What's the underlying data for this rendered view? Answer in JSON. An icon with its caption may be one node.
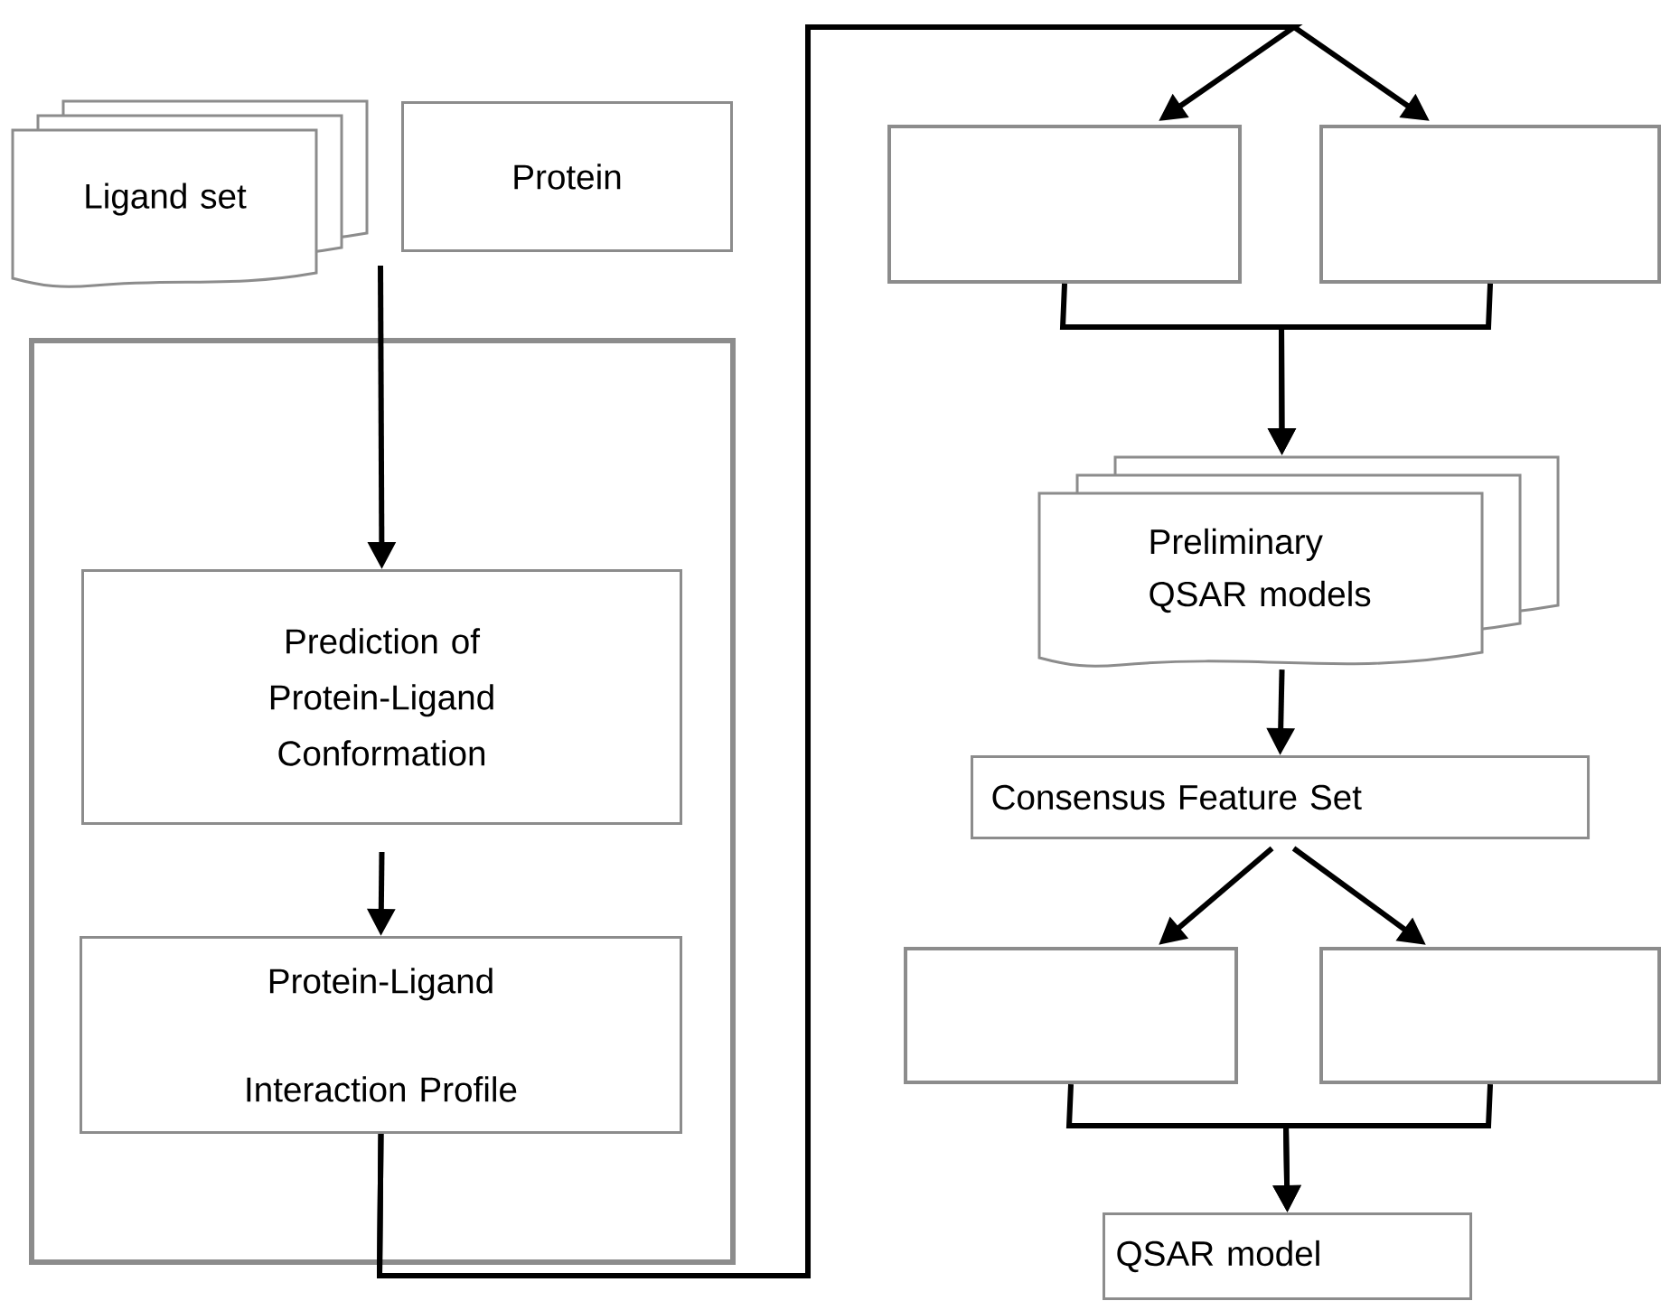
{
  "diagram": {
    "nodes": [
      {
        "text": [
          "Ligand set"
        ]
      },
      {
        "text": [
          "Protein"
        ]
      },
      {
        "text": [],
        "shape": "box"
      },
      {
        "text": [
          "Prediction of Protein-Ligand Conformation"
        ],
        "in": 2
      },
      {
        "text": [
          "Protein-Ligand Interaction Profile"
        ],
        "in": 2
      },
      {
        "text": [],
        "shape": "box"
      },
      {
        "text": [],
        "shape": "box"
      },
      {
        "text": [
          "Preliminary QSAR models"
        ]
      },
      {
        "text": [
          "Consensus Feature Set"
        ]
      },
      {
        "text": [],
        "shape": "box"
      },
      {
        "text": [],
        "shape": "box"
      },
      {
        "text": [
          "QSAR model"
        ]
      }
    ],
    "edges": [
      {
        "from": null,
        "to": 3,
        "arrow": "to"
      },
      {
        "from": 3,
        "to": 4,
        "arrow": "to"
      },
      {
        "from": 4,
        "to": 5,
        "arrow": "to"
      },
      {
        "from": 4,
        "to": 6,
        "arrow": "to"
      },
      {
        "from": 5,
        "to": 7,
        "arrow": "to"
      },
      {
        "from": 6,
        "to": 7,
        "arrow": "to"
      },
      {
        "from": 7,
        "to": 8,
        "arrow": "to"
      },
      {
        "from": 8,
        "to": 9,
        "arrow": "to"
      },
      {
        "from": 8,
        "to": 10,
        "arrow": "to"
      },
      {
        "from": 9,
        "to": 11,
        "arrow": "to"
      },
      {
        "from": 10,
        "to": 11,
        "arrow": "to"
      }
    ]
  }
}
